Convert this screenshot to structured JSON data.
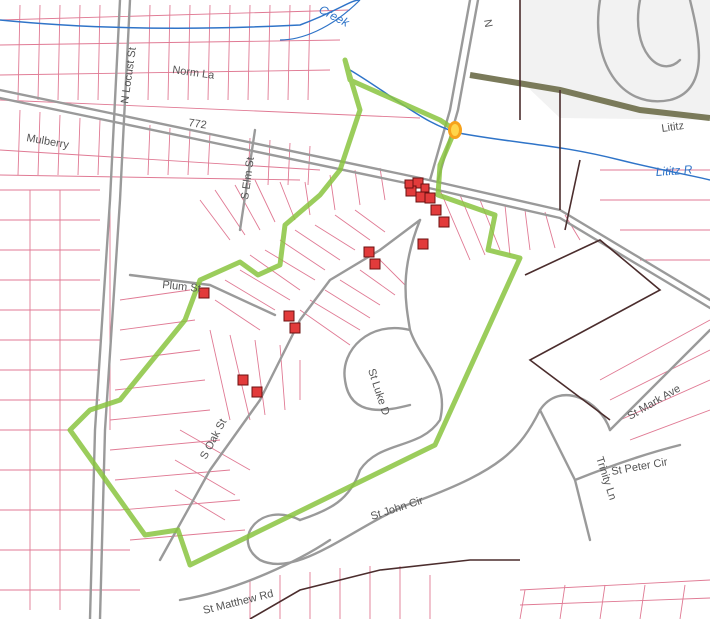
{
  "map": {
    "labels": {
      "creek": "Creek",
      "norm_ln": "Norm La",
      "route_772": "772",
      "mulberry": "Mulberry",
      "n_locust_st": "N Locust St",
      "s_elm_st": "S Elm St",
      "plum_st": "Plum St",
      "s_oak_st": "S Oak St",
      "st_luke_dr": "St Luke D",
      "st_john_cir": "St John Cir",
      "st_matthew_rd": "St Matthew Rd",
      "trinity_ln": "Trinity Ln",
      "st_peter_cir": "St Peter Cir",
      "st_mark_ave": "St Mark Ave",
      "lititz_top": "Lititz",
      "lititz_water": "Lititz R",
      "n_top": "N"
    },
    "colors": {
      "parcel": "#e07a94",
      "road": "#9a9a9a",
      "water": "#2f74c8",
      "trail": "#8ac43f",
      "boundary": "#4b2d2d",
      "marker": "#e23b3b",
      "rail": "#7a7a5a"
    },
    "marker_count": 16
  }
}
